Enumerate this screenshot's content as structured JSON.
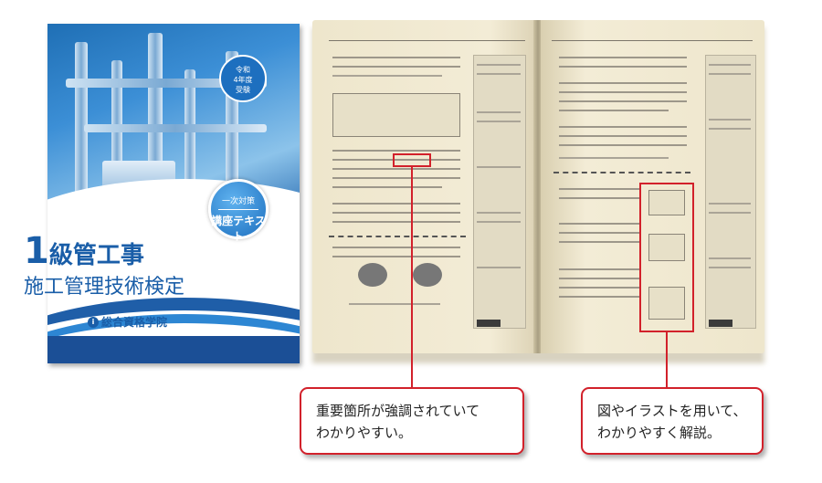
{
  "cover": {
    "year_badge": [
      "令和",
      "4年度",
      "受験"
    ],
    "course_badge": {
      "line1": "一次対策",
      "line2": "講座テキスト"
    },
    "title_big": "1",
    "title_rest": "級管工事",
    "subtitle": "施工管理技術検定",
    "publisher": "総合資格学院",
    "publisher_logo": "i"
  },
  "callouts": [
    {
      "text_line1": "重要箇所が強調されていて",
      "text_line2": "わかりやすい。"
    },
    {
      "text_line1": "図やイラストを用いて、",
      "text_line2": "わかりやすく解説。"
    }
  ],
  "colors": {
    "accent_red": "#d2212b",
    "brand_blue": "#1a5ea8"
  }
}
